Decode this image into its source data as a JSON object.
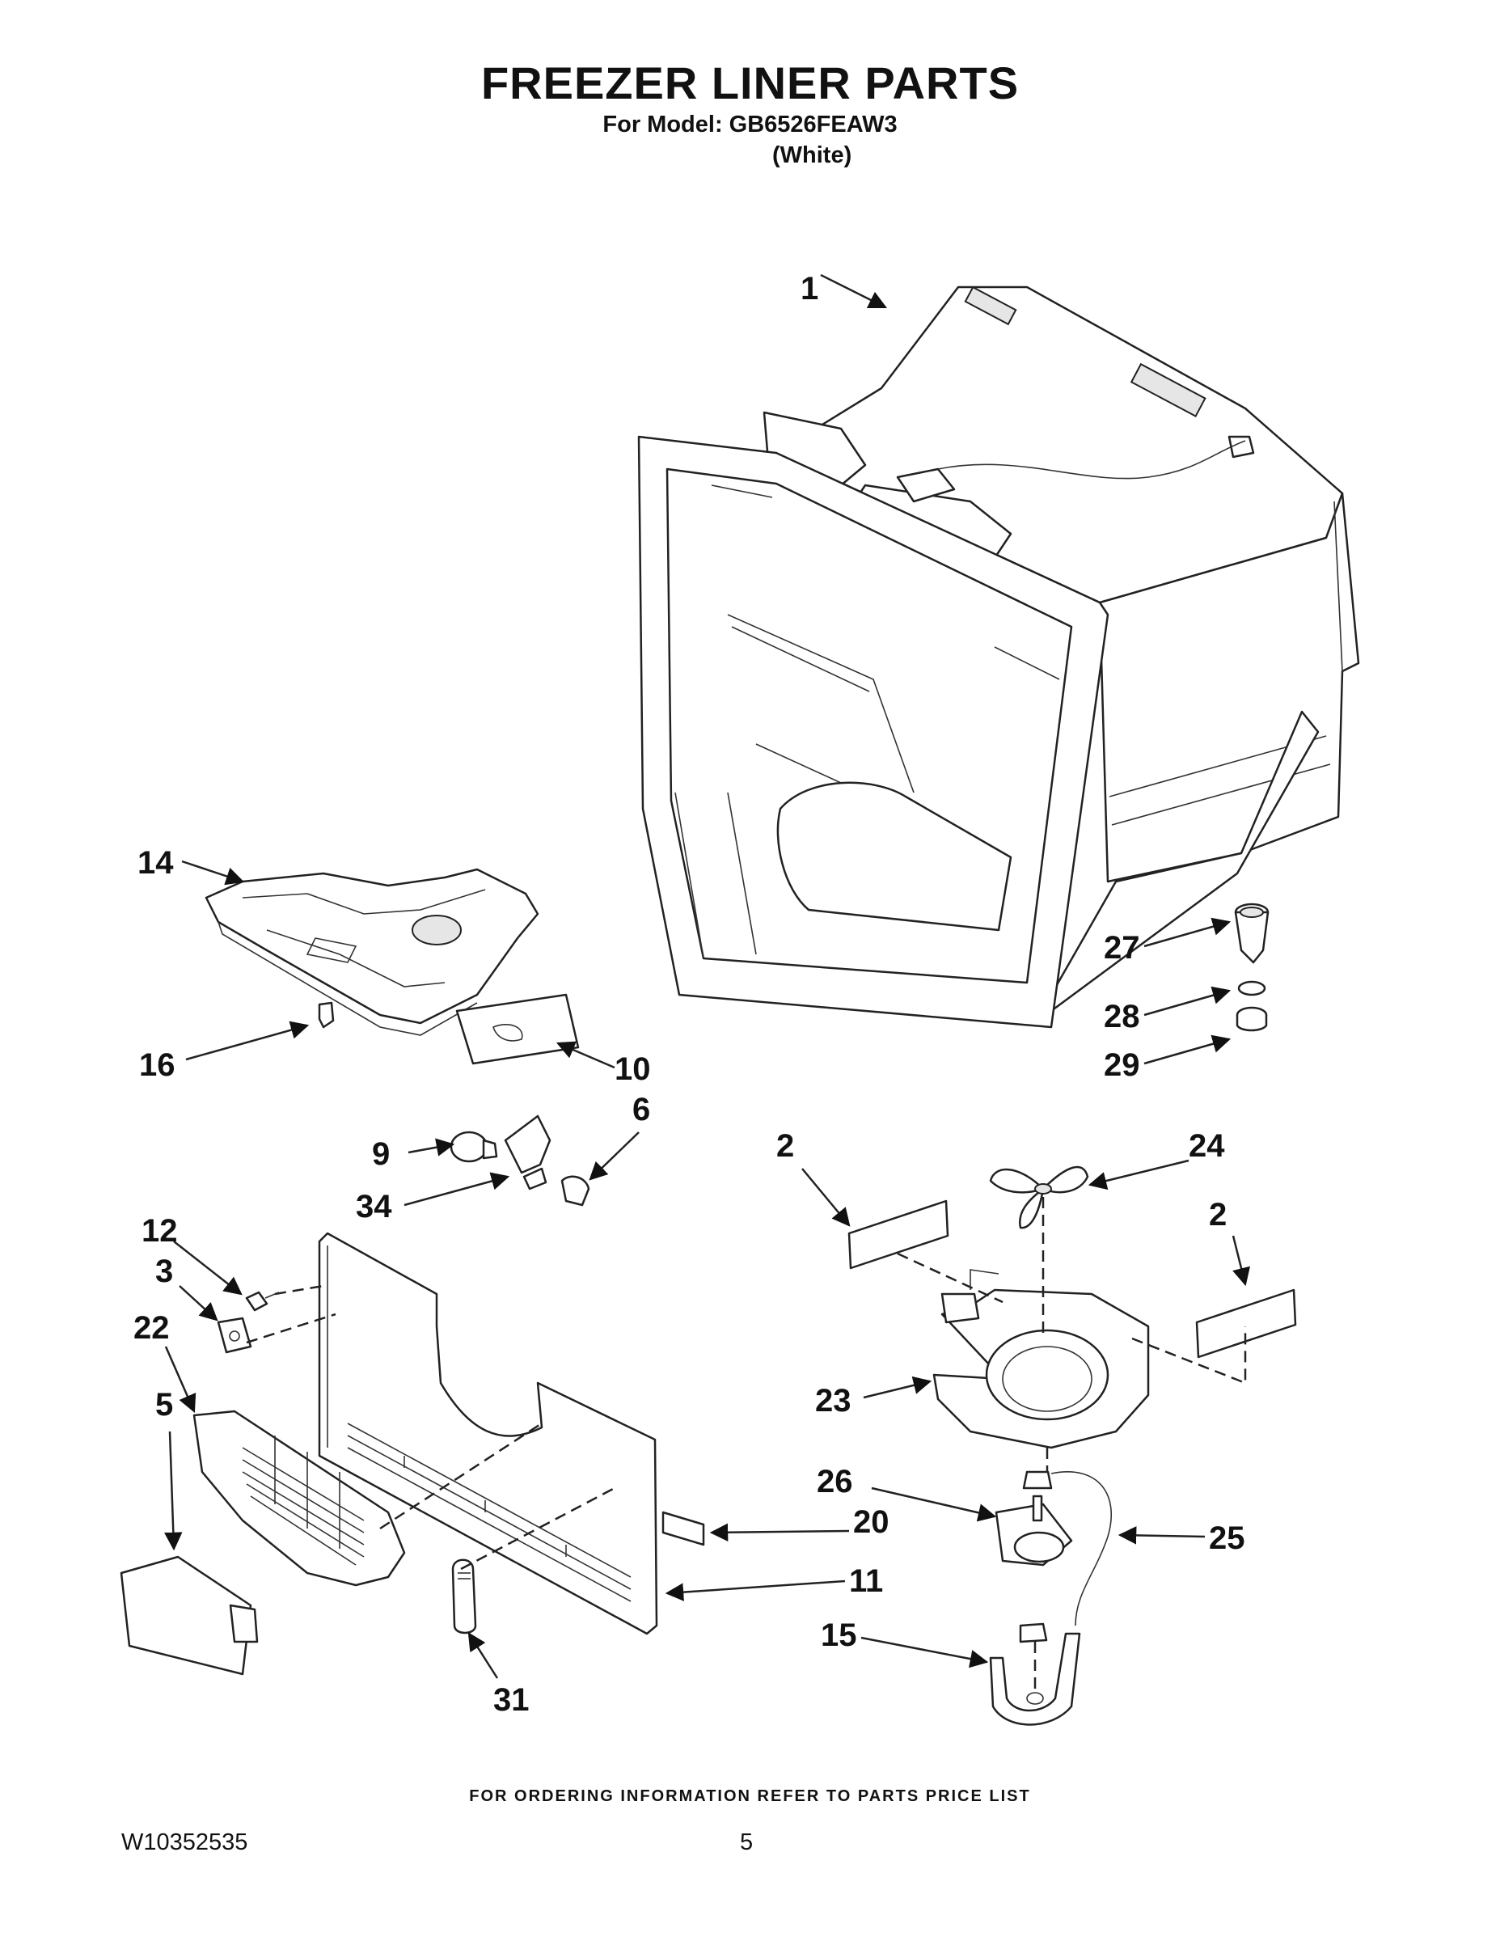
{
  "header": {
    "title": "FREEZER LINER PARTS",
    "model_line": "For Model: GB6526FEAW3",
    "variant": "(White)"
  },
  "callouts": [
    "1",
    "14",
    "16",
    "10",
    "27",
    "28",
    "29",
    "9",
    "6",
    "34",
    "2",
    "24",
    "2",
    "12",
    "3",
    "22",
    "5",
    "23",
    "26",
    "20",
    "25",
    "11",
    "15",
    "31"
  ],
  "footer": {
    "ordering_note": "FOR ORDERING INFORMATION REFER TO PARTS PRICE LIST",
    "doc_number": "W10352535",
    "page_number": "5"
  }
}
